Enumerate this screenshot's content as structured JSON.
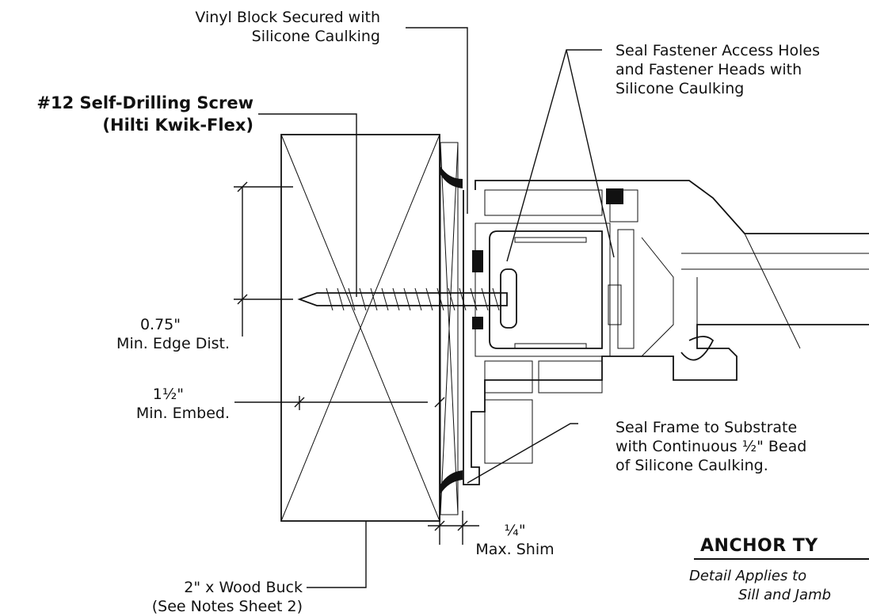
{
  "labels": {
    "vinyl_block_l1": "Vinyl Block Secured with",
    "vinyl_block_l2": "Silicone Caulking",
    "seal_access_l1": "Seal Fastener Access Holes",
    "seal_access_l2": "and Fastener Heads with",
    "seal_access_l3": "Silicone Caulking",
    "screw_l1": "#12 Self-Drilling Screw",
    "screw_l2": "(Hilti Kwik-Flex)",
    "edge_dist_l1": "0.75\"",
    "edge_dist_l2": "Min. Edge Dist.",
    "embed_l1": "1½\"",
    "embed_l2": "Min. Embed.",
    "seal_frame_l1": "Seal Frame to Substrate",
    "seal_frame_l2": "with Continuous ½\" Bead",
    "seal_frame_l3": "of Silicone Caulking.",
    "shim_l1": "¼\"",
    "shim_l2": "Max. Shim",
    "wood_buck_l1": "2\" x Wood Buck",
    "wood_buck_l2": "(See Notes Sheet 2)",
    "anchor_title": "ANCHOR TY",
    "detail_l1": "Detail Applies to",
    "detail_l2": "Sill and Jamb"
  }
}
